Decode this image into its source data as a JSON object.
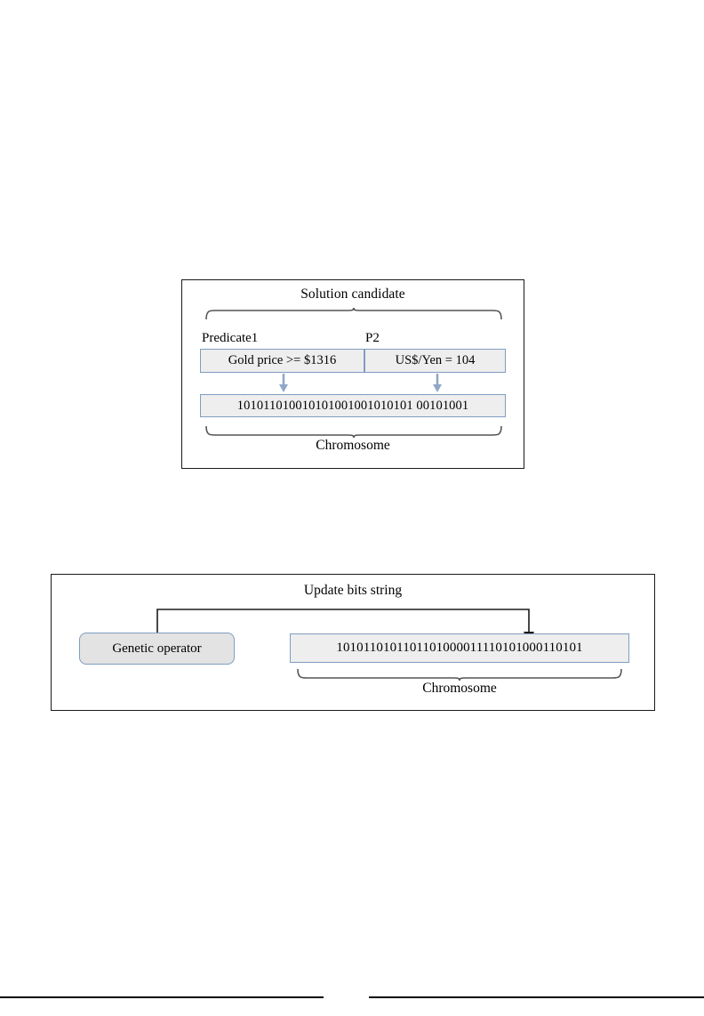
{
  "figure1": {
    "title": "Solution candidate",
    "footer": "Chromosome",
    "predicate_labels": {
      "first": "Predicate1",
      "second": "P2"
    },
    "predicates": [
      "Gold price >= $1316",
      "US$/Yen = 104"
    ],
    "chromosome_bits": "101011010010101001001010101 00101001",
    "arrows": [
      "arrow-down-predicate1",
      "arrow-down-predicate2"
    ],
    "colors": {
      "box_border": "#7f9dc0",
      "box_fill": "#eeeeee",
      "arrow": "#8fa8c8",
      "frame": "#1a1a1a",
      "brace": "#555555"
    }
  },
  "figure2": {
    "title": "Update bits string",
    "footer": "Chromosome",
    "operator_label": "Genetic operator",
    "chromosome_bits": "1010110101101101000011110101000110101",
    "colors": {
      "box_border": "#7f9dc0",
      "box_fill": "#eeeeee",
      "operator_fill": "#e3e3e3",
      "connector": "#1a1a1a",
      "frame": "#1a1a1a",
      "brace": "#555555"
    }
  }
}
